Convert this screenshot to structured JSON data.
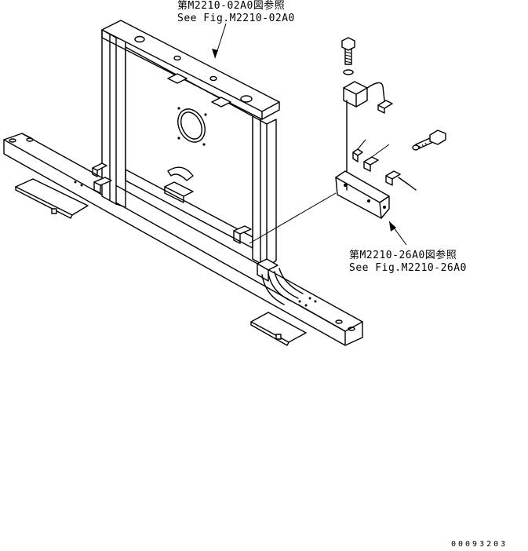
{
  "callouts": {
    "top": {
      "line1": "第M2210-02A0図参照",
      "line2": "See Fig.M2210-02A0"
    },
    "right": {
      "line1": "第M2210-26A0図参照",
      "line2": "See Fig.M2210-26A0"
    }
  },
  "drawing_number": "00093203"
}
